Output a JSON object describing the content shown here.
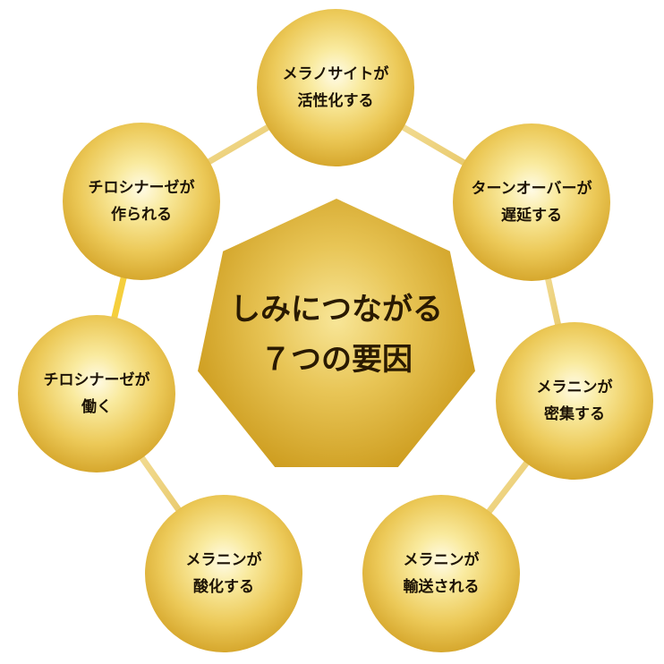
{
  "center": {
    "line1": "しみにつながる",
    "line2": "７つの要因"
  },
  "nodes": [
    {
      "line1": "メラノサイトが",
      "line2": "活性化する"
    },
    {
      "line1": "ターンオーバーが",
      "line2": "遅延する"
    },
    {
      "line1": "メラニンが",
      "line2": "密集する"
    },
    {
      "line1": "メラニンが",
      "line2": "輸送される"
    },
    {
      "line1": "メラニンが",
      "line2": "酸化する"
    },
    {
      "line1": "チロシナーゼが",
      "line2": "働く"
    },
    {
      "line1": "チロシナーゼが",
      "line2": "作られる"
    }
  ],
  "colors": {
    "gold": "#d4a429",
    "connector_light": "#f7e7a8",
    "connector_dark": "#e0b94a"
  }
}
